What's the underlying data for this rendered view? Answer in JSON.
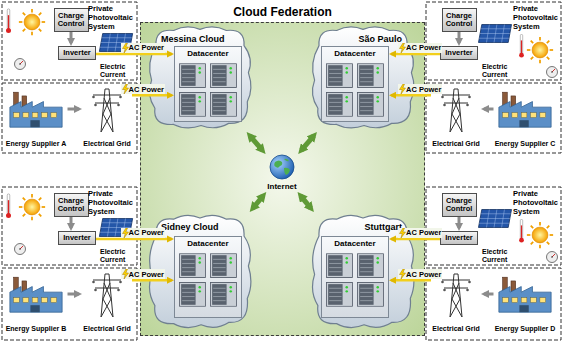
{
  "diagram": {
    "nodes": [
      {
        "text": [
          "Cloud Federation"
        ]
      },
      {
        "text": [
          "Messina Cloud"
        ],
        "in": 0
      },
      {
        "text": [
          "Datacenter"
        ],
        "in": 1
      },
      {
        "text": [
          "São Paulo"
        ],
        "in": 0
      },
      {
        "text": [
          "Datacenter"
        ],
        "in": 3
      },
      {
        "text": [
          "Sidney Cloud"
        ],
        "in": 0
      },
      {
        "text": [
          "Datacenter"
        ],
        "in": 5
      },
      {
        "text": [
          "Stuttgart"
        ],
        "in": 0
      },
      {
        "text": [
          "Datacenter"
        ],
        "in": 7
      },
      {
        "text": [
          "Internet"
        ],
        "in": 0
      },
      {
        "text": [
          "Charge Control"
        ]
      },
      {
        "text": [
          "Inverter"
        ]
      },
      {
        "text": [
          "Energy Supplier A"
        ]
      },
      {
        "text": [
          "Electrical Grid"
        ]
      },
      {
        "text": [
          "Charge Control"
        ]
      },
      {
        "text": [
          "Inverter"
        ]
      },
      {
        "text": [
          "Energy Supplier B"
        ]
      },
      {
        "text": [
          "Electrical Grid"
        ]
      },
      {
        "text": [
          "Charge Control"
        ]
      },
      {
        "text": [
          "Inverter"
        ]
      },
      {
        "text": [
          "Energy Supplier C"
        ]
      },
      {
        "text": [
          "Electrical Grid"
        ]
      },
      {
        "text": [
          "Charge Control"
        ]
      },
      {
        "text": [
          "Inverter"
        ]
      },
      {
        "text": [
          "Energy Supplier D"
        ]
      },
      {
        "text": [
          "Electrical Grid"
        ]
      }
    ],
    "edges": [
      {
        "from": 9,
        "to": 1,
        "arrow": "both"
      },
      {
        "from": 9,
        "to": 3,
        "arrow": "both"
      },
      {
        "from": 9,
        "to": 5,
        "arrow": "both"
      },
      {
        "from": 9,
        "to": 7,
        "arrow": "both"
      },
      {
        "from": 10,
        "to": 11,
        "arrow": "to"
      },
      {
        "from": 12,
        "to": 13,
        "arrow": "to"
      },
      {
        "from": 11,
        "to": 2,
        "label": "AC Power",
        "arrow": "to"
      },
      {
        "from": 13,
        "to": 2,
        "label": "AC Power",
        "arrow": "to"
      },
      {
        "from": 14,
        "to": 15,
        "arrow": "to"
      },
      {
        "from": 16,
        "to": 17,
        "arrow": "to"
      },
      {
        "from": 15,
        "to": 6,
        "label": "AC Power",
        "arrow": "to"
      },
      {
        "from": 17,
        "to": 6,
        "label": "AC Power",
        "arrow": "to"
      },
      {
        "from": 18,
        "to": 19,
        "arrow": "to"
      },
      {
        "from": 20,
        "to": 21,
        "arrow": "to"
      },
      {
        "from": 19,
        "to": 4,
        "label": "AC Power",
        "arrow": "to"
      },
      {
        "from": 21,
        "to": 4,
        "label": "AC Power",
        "arrow": "to"
      },
      {
        "from": 22,
        "to": 23,
        "arrow": "to"
      },
      {
        "from": 24,
        "to": 25,
        "arrow": "to"
      },
      {
        "from": 23,
        "to": 8,
        "label": "AC Power",
        "arrow": "to"
      },
      {
        "from": 25,
        "to": 8,
        "label": "AC Power",
        "arrow": "to"
      }
    ],
    "labels": [
      "Private Photovoltaic System",
      "Electric Current",
      "Private Photovoltaic System",
      "Electric Current",
      "Private Photovoltaic System",
      "Electric Current",
      "Private Photovoltaic System",
      "Electric Current"
    ]
  }
}
